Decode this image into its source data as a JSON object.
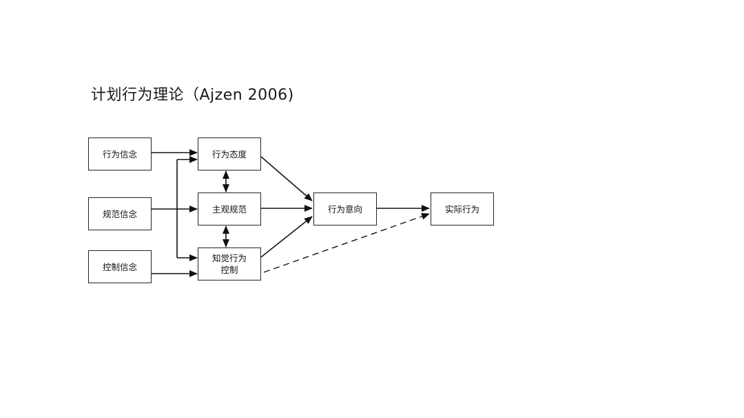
{
  "title": "计划行为理论（Ajzen 2006)",
  "nodes": {
    "behavior_belief": "行为信念",
    "normative_belief": "规范信念",
    "control_belief": "控制信念",
    "attitude": "行为态度",
    "subjective_norm": "主观规范",
    "pbc_line1": "知觉行为",
    "pbc_line2": "控制",
    "intention": "行为意向",
    "actual_behavior": "实际行为"
  },
  "colors": {
    "line": "#111111",
    "box_border": "#222222",
    "background": "#ffffff"
  }
}
